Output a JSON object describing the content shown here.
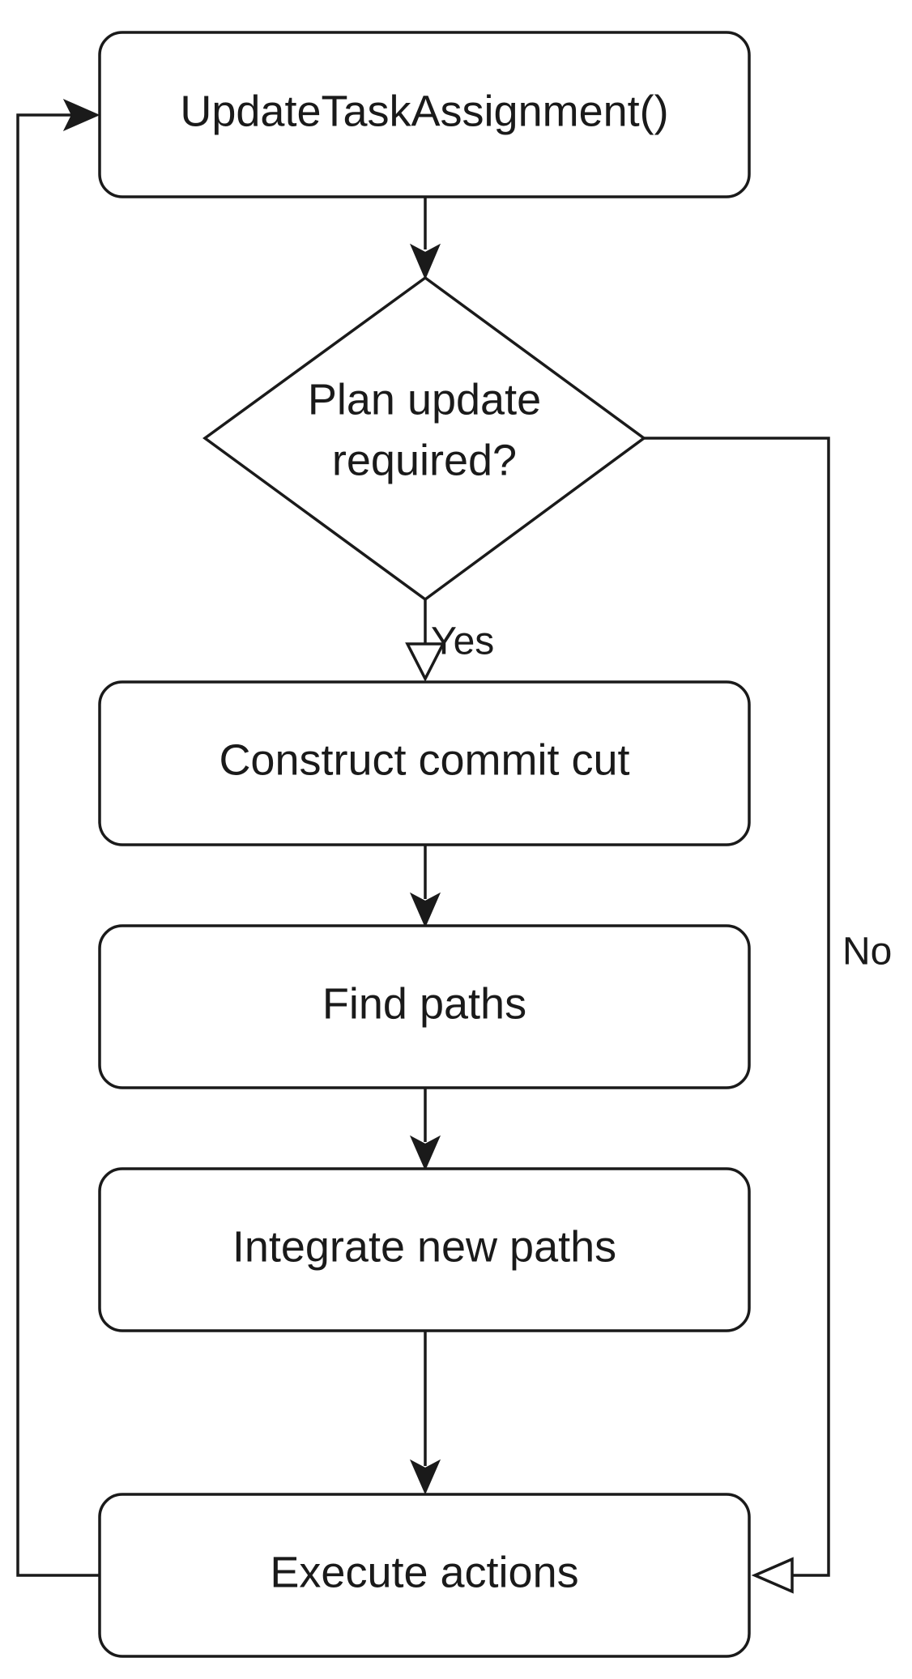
{
  "nodes": {
    "update_task_assignment": {
      "label": "UpdateTaskAssignment()"
    },
    "plan_update_decision": {
      "label_line1": "Plan update",
      "label_line2": "required?"
    },
    "construct_commit_cut": {
      "label": "Construct commit cut"
    },
    "find_paths": {
      "label": "Find paths"
    },
    "integrate_new_paths": {
      "label": "Integrate new paths"
    },
    "execute_actions": {
      "label": "Execute actions"
    }
  },
  "edges": {
    "yes_label": "Yes",
    "no_label": "No"
  },
  "colors": {
    "stroke": "#1a1a1a",
    "background": "#ffffff"
  }
}
